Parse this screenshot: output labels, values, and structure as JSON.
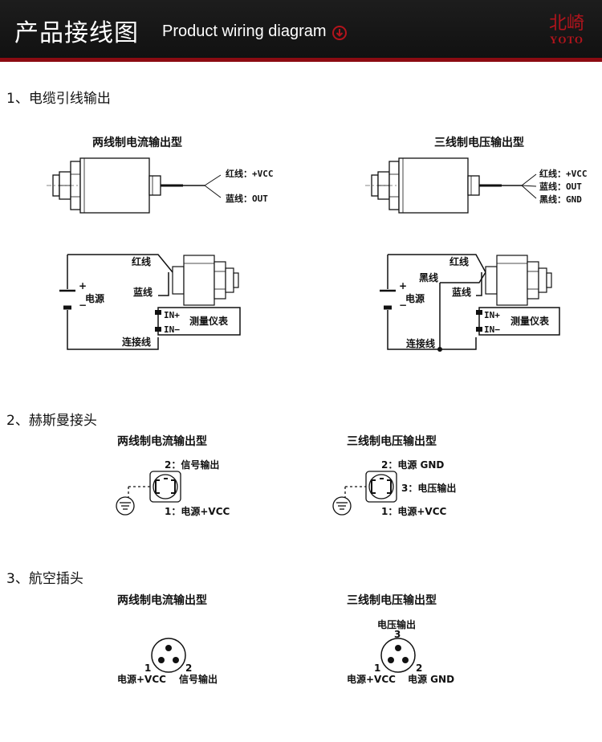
{
  "header": {
    "title_cn": "产品接线图",
    "title_en": "Product wiring diagram",
    "download_icon": "down-arrow-circle-icon",
    "brand_cn": "北崎",
    "brand_en": "YOTO",
    "colors": {
      "bar": "#141414",
      "accent": "#8b0b12",
      "brand": "#b3141c"
    }
  },
  "sections": [
    {
      "title": "1、电缆引线输出",
      "left": {
        "title": "两线制电流输出型",
        "wire_red": "红线：+VCC",
        "wire_blue": "蓝线：OUT",
        "circuit": {
          "red": "红线",
          "blue": "蓝线",
          "connect": "连接线",
          "plus": "+",
          "minus": "−",
          "power": "电源",
          "in_plus": "IN+",
          "in_minus": "IN−",
          "meter": "测量仪表"
        }
      },
      "right": {
        "title": "三线制电压输出型",
        "wire_red": "红线：+VCC",
        "wire_blue": "蓝线：OUT",
        "wire_black": "黑线：GND",
        "circuit": {
          "red": "红线",
          "black": "黑线",
          "blue": "蓝线",
          "connect": "连接线",
          "plus": "+",
          "minus": "−",
          "power": "电源",
          "in_plus": "IN+",
          "in_minus": "IN−",
          "meter": "测量仪表"
        }
      }
    },
    {
      "title": "2、赫斯曼接头",
      "left": {
        "title": "两线制电流输出型",
        "pin2": "2：信号输出",
        "pin1": "1：电源+VCC"
      },
      "right": {
        "title": "三线制电压输出型",
        "pin2": "2：电源 GND",
        "pin3": "3：电压输出",
        "pin1": "1：电源+VCC"
      }
    },
    {
      "title": "3、航空插头",
      "left": {
        "title": "两线制电流输出型",
        "n1": "1",
        "n2": "2",
        "pin1": "电源+VCC",
        "pin2": "信号输出"
      },
      "right": {
        "title": "三线制电压输出型",
        "pin3": "电压输出",
        "n3": "3",
        "n1": "1",
        "n2": "2",
        "pin1": "电源+VCC",
        "pin2": "电源 GND"
      }
    }
  ]
}
